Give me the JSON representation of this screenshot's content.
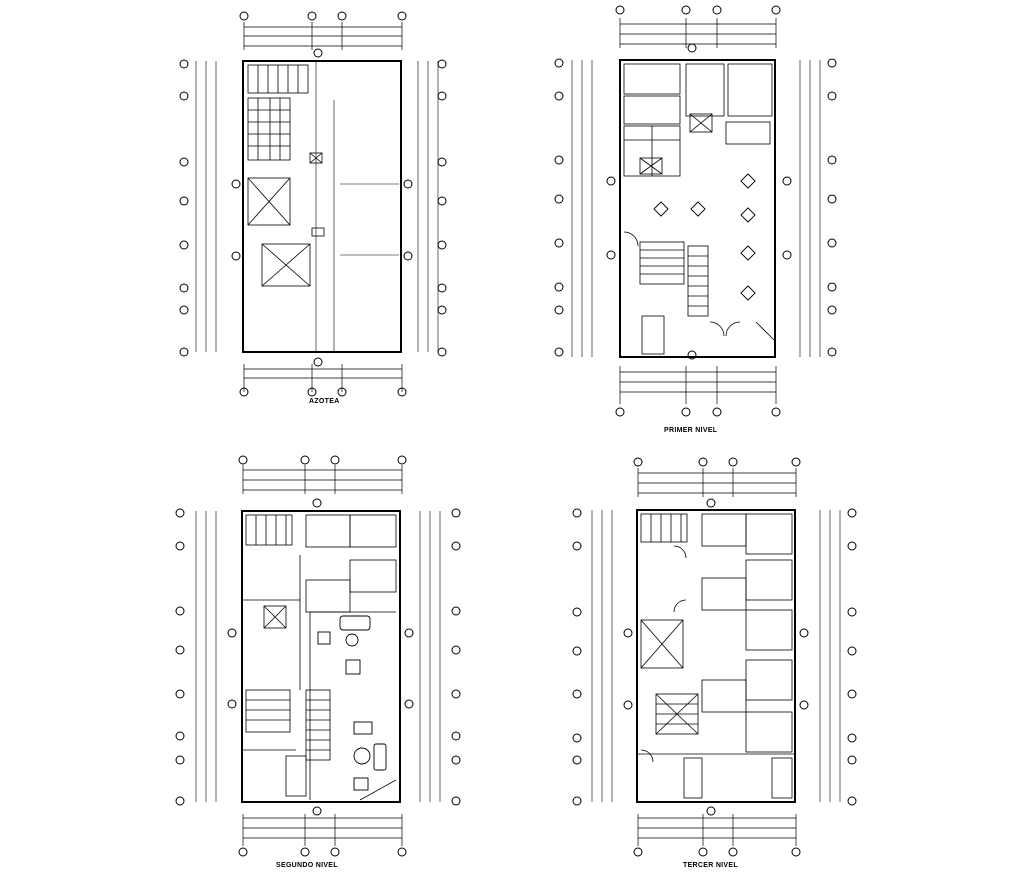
{
  "plans": [
    {
      "id": "azotea",
      "label": "AZOTEA"
    },
    {
      "id": "primer",
      "label": "PRIMER NIVEL"
    },
    {
      "id": "segundo",
      "label": "SEGUNDO NIVEL"
    },
    {
      "id": "tercer",
      "label": "TERCER NIVEL"
    }
  ],
  "colors": {
    "ink": "#000000",
    "paper": "#ffffff"
  }
}
